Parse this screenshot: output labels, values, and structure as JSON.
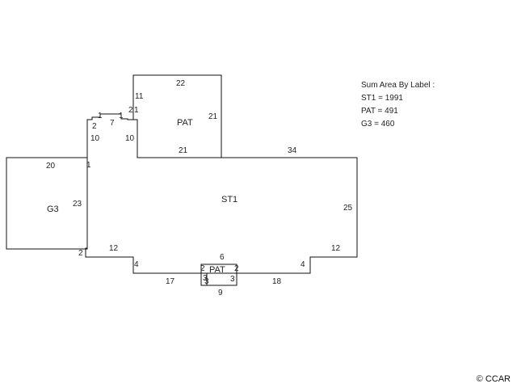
{
  "areas": {
    "garage": "G3",
    "patio_top": "PAT",
    "living": "ST1",
    "patio_bottom": "PAT"
  },
  "dimensions": {
    "garage_top": "20",
    "garage_side": "23",
    "garage_bottom": "2",
    "notch_top": "1",
    "bump_left_side": "10",
    "bump_inner_small": "2",
    "bump_top_left": "1",
    "bump_top": "7",
    "bump_top_right": "1",
    "bump_right_side": "10",
    "patio_step": "2",
    "patio_step_right": "1",
    "patio_left_side": "11",
    "patio_top": "22",
    "patio_right_side": "21",
    "patio_bottom": "21",
    "living_top": "34",
    "living_right": "25",
    "living_bottom_right": "12",
    "step_right": "4",
    "bottom_right": "18",
    "living_bottom_left": "12",
    "step_left": "4",
    "bottom_left": "17",
    "patio_inner_top": "6",
    "patio_left": "2",
    "patio_right": "2",
    "stoop_left_a": "3",
    "stoop_left_b": "3",
    "stoop_right": "3",
    "stoop_bottom": "9"
  },
  "summary": {
    "title": "Sum Area By Label :",
    "items": [
      "ST1 = 1991",
      "PAT = 491",
      "G3 = 460"
    ]
  },
  "copyright": "© CCAR"
}
